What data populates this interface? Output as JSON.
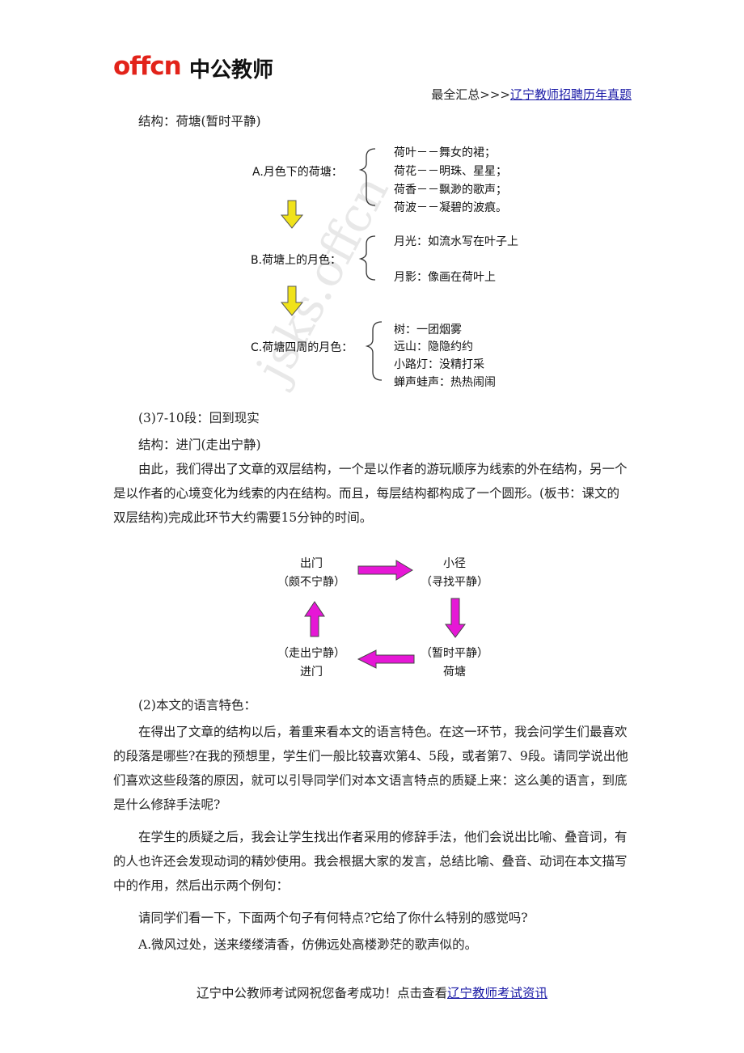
{
  "header": {
    "logo_brand": "offcn",
    "logo_name": "中公教师",
    "summary_prefix": "最全汇总>>>",
    "summary_link": "辽宁教师招聘历年真题"
  },
  "section1": {
    "structure": "结构：荷塘(暂时平静)"
  },
  "diagram1": {
    "watermark": "jsks.offcn",
    "groups": [
      {
        "label": "A.月色下的荷塘：",
        "items": [
          "荷叶－－舞女的裙；",
          "荷花－－明珠、星星；",
          "荷香－－飘渺的歌声；",
          "荷波－－凝碧的波痕。"
        ]
      },
      {
        "label": "B.荷塘上的月色：",
        "items": [
          "月光：如流水写在叶子上",
          "月影：像画在荷叶上"
        ]
      },
      {
        "label": "C.荷塘四周的月色：",
        "items": [
          "树：一团烟雾",
          "远山：隐隐约约",
          "小路灯：没精打采",
          "蝉声蛙声：热热闹闹"
        ]
      }
    ],
    "arrow_color": "#f0e21a"
  },
  "section2": {
    "heading": "(3)7-10段：回到现实",
    "structure": "结构：进门(走出宁静)",
    "paragraph": "由此，我们得出了文章的双层结构，一个是以作者的游玩顺序为线索的外在结构，另一个是以作者的心境变化为线索的内在结构。而且，每层结构都构成了一个圆形。(板书：课文的双层结构)完成此环节大约需要15分钟的时间。"
  },
  "diagram2": {
    "arrow_color": "#e617d6",
    "nodes": {
      "top_left": [
        "出门",
        "（颇不宁静）"
      ],
      "top_right": [
        "小径",
        "（寻找平静）"
      ],
      "bottom_right": [
        "（暂时平静）",
        "荷塘"
      ],
      "bottom_left": [
        "（走出宁静）",
        "进门"
      ]
    }
  },
  "section3": {
    "heading": "(2)本文的语言特色：",
    "p1": "在得出了文章的结构以后，着重来看本文的语言特色。在这一环节，我会问学生们最喜欢的段落是哪些?在我的预想里，学生们一般比较喜欢第4、5段，或者第7、9段。请同学说出他们喜欢这些段落的原因，就可以引导同学们对本文语言特点的质疑上来：这么美的语言，到底是什么修辞手法呢?",
    "p2": "在学生的质疑之后，我会让学生找出作者采用的修辞手法，他们会说出比喻、叠音词，有的人也许还会发现动词的精妙使用。我会根据大家的发言，总结比喻、叠音、动词在本文描写中的作用，然后出示两个例句：",
    "p3": "请同学们看一下，下面两个句子有何特点?它给了你什么特别的感觉吗?",
    "p4": "A.微风过处，送来缕缕清香，仿佛远处高楼渺茫的歌声似的。"
  },
  "footer": {
    "text": "辽宁中公教师考试网祝您备考成功！点击查看",
    "link": "辽宁教师考试资讯"
  }
}
